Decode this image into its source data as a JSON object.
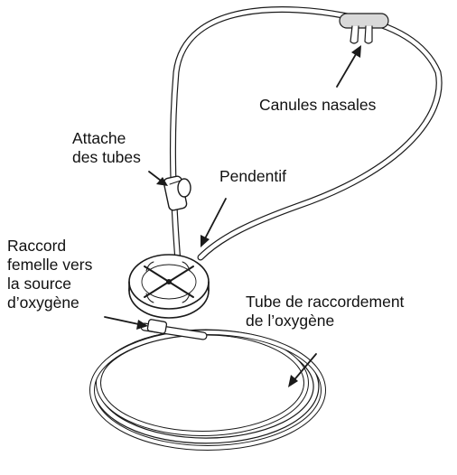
{
  "diagram": {
    "labels": {
      "canules": "Canules nasales",
      "attache": [
        "Attache",
        "des tubes"
      ],
      "pendentif": "Pendentif",
      "raccord": [
        "Raccord",
        "femelle vers",
        "la source",
        "d’oxygène"
      ],
      "tube": [
        "Tube de raccordement",
        "de l’oxygène"
      ]
    },
    "colors": {
      "line": "#1a1a1a",
      "tube_fill": "#ffffff",
      "cannula_fill": "#d9d9d9",
      "text": "#111111"
    }
  }
}
